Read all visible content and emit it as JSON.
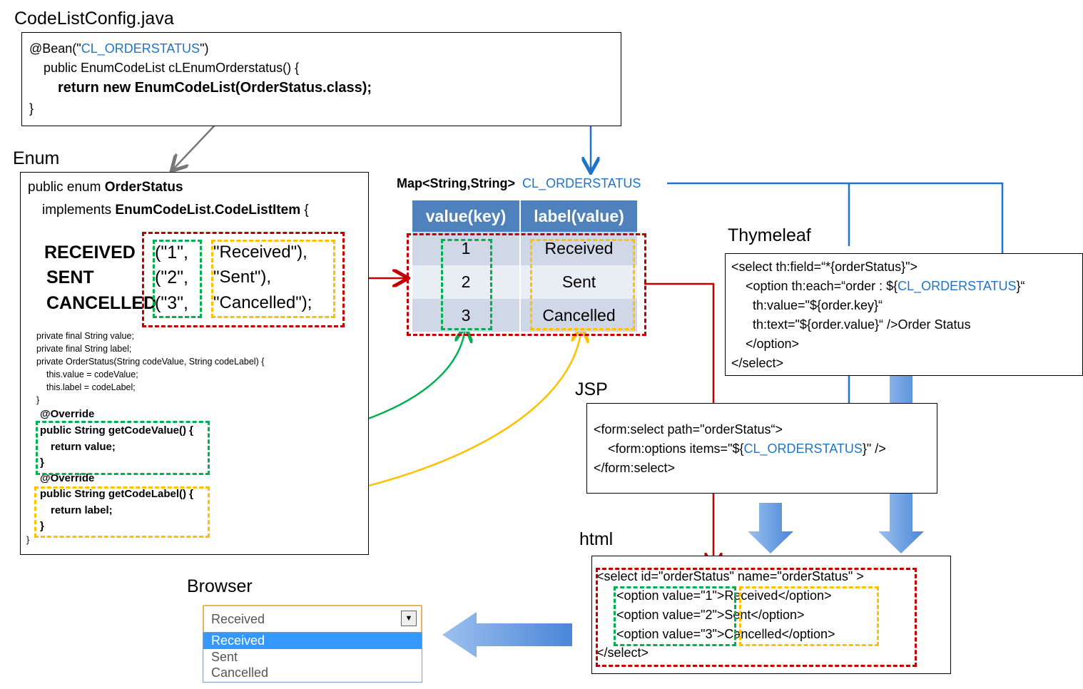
{
  "config": {
    "title": "CodeListConfig.java",
    "bean_prefix": "@Bean(\"",
    "bean_name": "CL_ORDERSTATUS",
    "bean_suffix": "\")",
    "line2": "public EnumCodeList cLEnumOrderstatus() {",
    "line3": "return new EnumCodeList(OrderStatus.class);",
    "line4": "}"
  },
  "enum": {
    "title": "Enum",
    "decl_prefix": "public enum ",
    "decl_name": "OrderStatus",
    "impl_prefix": "implements ",
    "impl_name": "EnumCodeList.CodeListItem",
    "impl_suffix": " {",
    "constants": [
      "RECEIVED",
      "SENT",
      "CANCELLED"
    ],
    "values": [
      "(\"1\",",
      "(\"2\",",
      "(\"3\","
    ],
    "labels": [
      "\"Received\"),",
      "\"Sent\"),",
      "\"Cancelled\");"
    ],
    "fields": [
      "private final String value;",
      "private final String label;",
      "private OrderStatus(String codeValue, String codeLabel) {",
      "this.value = codeValue;",
      "this.label = codeLabel;",
      "}"
    ],
    "override1": "@Override",
    "getvalue": [
      "public String getCodeValue() {",
      "return value;",
      "}"
    ],
    "override2": "@Override",
    "getlabel": [
      "public String getCodeLabel() {",
      "return label;",
      "}"
    ],
    "close": "}"
  },
  "map": {
    "type": "Map<String,String>",
    "name": "CL_ORDERSTATUS",
    "headers": [
      "value(key)",
      "label(value)"
    ],
    "rows": [
      [
        "1",
        "Received"
      ],
      [
        "2",
        "Sent"
      ],
      [
        "3",
        "Cancelled"
      ]
    ]
  },
  "thymeleaf": {
    "title": "Thymeleaf",
    "l1": "<select th:field=“*{orderStatus}\">",
    "l2a": "<option th:each=“order  :  ${",
    "l2b": "CL_ORDERSTATUS",
    "l2c": "}“",
    "l3": "th:value=\"${order.key}“",
    "l4": "th:text=\"${order.value}“ />Order Status",
    "l5": "</option>",
    "l6": "</select>"
  },
  "jsp": {
    "title": "JSP",
    "l1": "<form:select  path=\"orderStatus“>",
    "l2a": "<form:options items=\"${",
    "l2b": "CL_ORDERSTATUS",
    "l2c": "}\"  />",
    "l3": "</form:select>"
  },
  "html": {
    "title": "html",
    "l1": "<select id=\"orderStatus\" name=\"orderStatus\" >",
    "options": [
      [
        "<option value=\"1\">",
        "Received</option>"
      ],
      [
        "<option value=\"2\">",
        "Sent</option>"
      ],
      [
        "<option value=\"3\">",
        "Cancelled</option>"
      ]
    ],
    "l5": "</select>"
  },
  "browser": {
    "title": "Browser",
    "selected": "Received",
    "options": [
      "Received",
      "Sent",
      "Cancelled"
    ]
  },
  "colors": {
    "blue": "#1f74c8",
    "red": "#c00000",
    "green": "#00b050",
    "yellow": "#ffc000",
    "table_header": "#4f81bd"
  }
}
